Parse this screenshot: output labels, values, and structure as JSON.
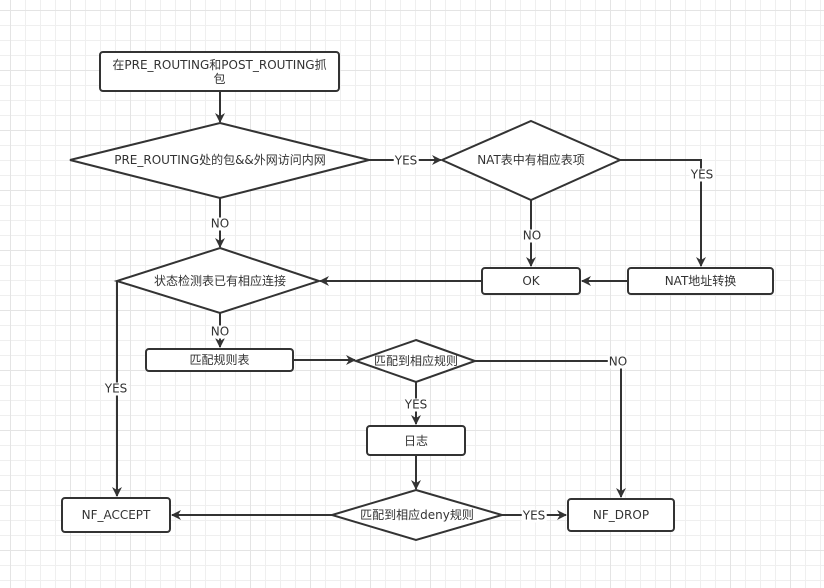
{
  "diagram": {
    "type": "flowchart",
    "colors": {
      "stroke": "#333333",
      "text": "#333333",
      "background": "#ffffff",
      "grid": "#e4e4e4"
    },
    "nodes": {
      "capture": "在PRE_ROUTING和POST_ROUTING抓包",
      "decision_prerouting": "PRE_ROUTING处的包&&外网访问内网",
      "decision_nat": "NAT表中有相应表项",
      "nat_translate": "NAT地址转换",
      "ok": "OK",
      "decision_state": "状态检测表已有相应连接",
      "match_rules_table": "匹配规则表",
      "decision_match_rule": "匹配到相应规则",
      "log": "日志",
      "decision_deny": "匹配到相应deny规则",
      "nf_accept": "NF_ACCEPT",
      "nf_drop": "NF_DROP"
    },
    "edge_labels": {
      "prerouting_yes": "YES",
      "prerouting_no": "NO",
      "nat_yes": "YES",
      "nat_no": "NO",
      "state_yes": "YES",
      "state_no": "NO",
      "match_yes": "YES",
      "match_no": "NO",
      "deny_yes": "YES"
    }
  }
}
